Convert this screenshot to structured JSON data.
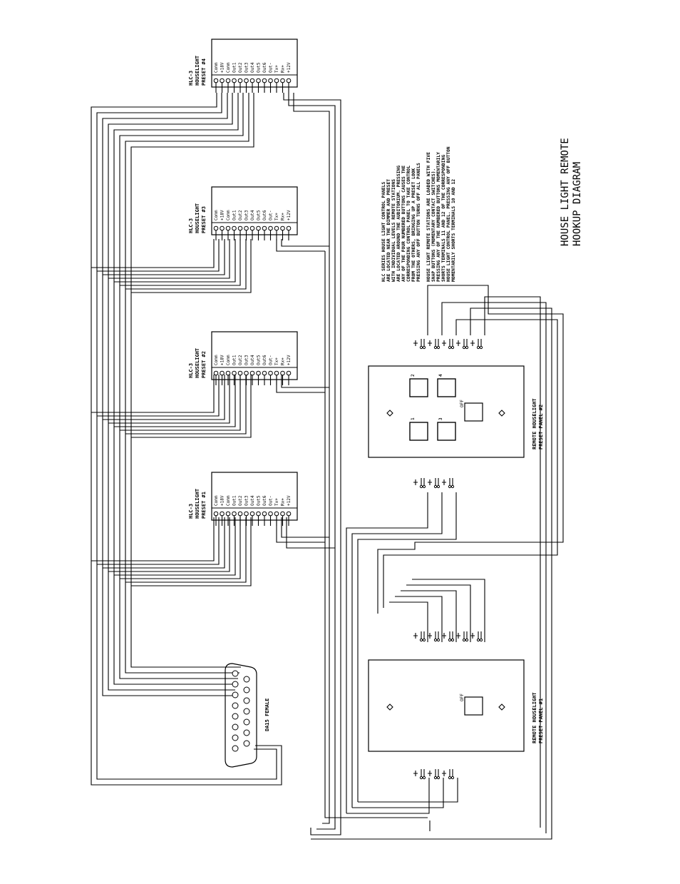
{
  "diagram": {
    "title_line1": "HOUSE LIGHT REMOTE",
    "title_line2": "HOOKUP DIAGRAM",
    "notes": [
      "HLC SERIES HOUSE LIGHT CONTROL PANELS",
      "ARE LOCATED NEAR THE DIMMER AND PRESET",
      "WITH INDIVIDUAL LEVELS REMOTE STATIONS",
      "ARE LOCATED AROUND THE AUDITORIUM. PRESSING",
      "ANY OF THE FOUR NUMBERED BUTTONS CAUSES THE",
      "CORRESPONDING CONTROL PANEL TO TAKE CONTROL",
      "FROM THE OTHERS, BRINGING UP A PRESET LOOK",
      "PRESSING ANY OFF BUTTON TURNS OFF ALL PANELS",
      "",
      "HOUSE LIGHT REMOTE STATIONS ARE LOADED WITH FIVE",
      "SNAP BUTTONS (MOMENTARY CONTACT SWITCHES).",
      "PRESSING ANY OF THE NUMBERED BUTTONS MOMENTARILY",
      "SHORTS TERMINALS 11 AND 12 OF THE CORRESPONDING",
      "HOUSE LIGHT CONTROL PANEL. PRESSING ANY OFF BUTTON",
      "MOMENTARILY SHORTS TERMINALS 10 AND 12"
    ],
    "control_panels": [
      {
        "model": "HLC-3",
        "type": "HOUSELIGHT",
        "preset": "PRESET #4"
      },
      {
        "model": "HLC-3",
        "type": "HOUSELIGHT",
        "preset": "PRESET #3"
      },
      {
        "model": "HLC-3",
        "type": "HOUSELIGHT",
        "preset": "PRESET #2"
      },
      {
        "model": "HLC-3",
        "type": "HOUSELIGHT",
        "preset": "PRESET #1"
      }
    ],
    "terminals": [
      "Comm",
      "+18V",
      "Comm",
      "Out1",
      "Out2",
      "Out3",
      "Out4",
      "Out5",
      "Out6",
      "Out-",
      "Tx+",
      "Rx+",
      "+12V"
    ],
    "connector_label": "DA15 FEMALE",
    "remote_panels": [
      {
        "line1": "REMOTE HOUSELIGHT",
        "line2": "PRESET PANEL #2"
      },
      {
        "line1": "REMOTE HOUSELIGHT",
        "line2": "PRESET PANEL #1"
      }
    ],
    "buttons": [
      "1",
      "2",
      "3",
      "4"
    ],
    "off_label": "OFF"
  }
}
